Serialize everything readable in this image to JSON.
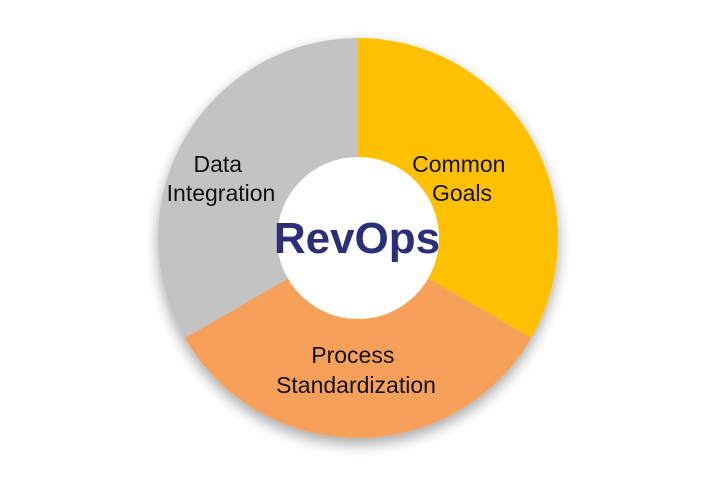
{
  "center": {
    "label": "RevOps",
    "color": "#2b2f7a"
  },
  "segments": [
    {
      "id": "common-goals",
      "lines": [
        "Common",
        "Goals"
      ],
      "color": "#ffc000",
      "share": 0.3333
    },
    {
      "id": "process-standardization",
      "lines": [
        "Process",
        "Standardization"
      ],
      "color": "#f6a05a",
      "share": 0.3333
    },
    {
      "id": "data-integration",
      "lines": [
        "Data",
        "Integration"
      ],
      "color": "#c3c3c3",
      "share": 0.3334
    }
  ]
}
